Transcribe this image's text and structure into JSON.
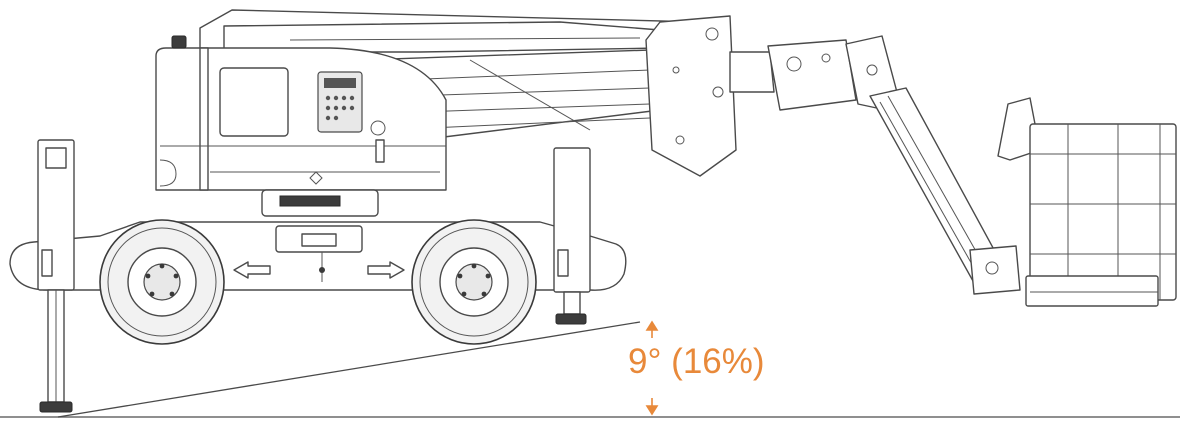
{
  "slope": {
    "label": "9° (16%)",
    "degrees": 9,
    "percent": 16
  },
  "colors": {
    "annotation": "#e8893a",
    "outline": "#4a4a4a",
    "background": "#ffffff"
  }
}
